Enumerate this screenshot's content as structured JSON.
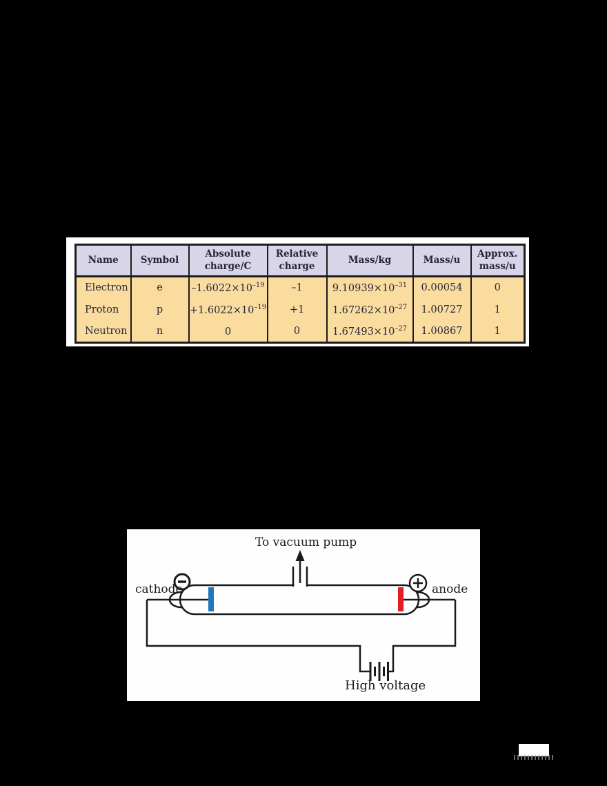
{
  "table": {
    "headers": [
      "Name",
      "Symbol",
      "Absolute charge/C",
      "Relative charge",
      "Mass/kg",
      "Mass/u",
      "Approx. mass/u"
    ],
    "rows": [
      {
        "name": "Electron",
        "symbol": "e",
        "abs_base": "–1.6022×10",
        "abs_sup": "–19",
        "rel": "–1",
        "mass_kg_base": "9.10939×10",
        "mass_kg_sup": "–31",
        "mass_u": "0.00054",
        "approx": "0"
      },
      {
        "name": "Proton",
        "symbol": "p",
        "abs_base": "+1.6022×10",
        "abs_sup": "–19",
        "rel": "+1",
        "mass_kg_base": "1.67262×10",
        "mass_kg_sup": "–27",
        "mass_u": "1.00727",
        "approx": "1"
      },
      {
        "name": "Neutron",
        "symbol": "n",
        "abs_base": "0",
        "abs_sup": "",
        "rel": "0",
        "mass_kg_base": "1.67493×10",
        "mass_kg_sup": "–27",
        "mass_u": "1.00867",
        "approx": "1"
      }
    ],
    "colors": {
      "header_bg": "#d8d5e8",
      "body_bg": "#fadc9f",
      "border": "#1c1c1c",
      "text": "#26263a"
    }
  },
  "figure": {
    "labels": {
      "vacuum_pump": "To vacuum pump",
      "cathode": "cathode",
      "anode": "anode",
      "high_voltage": "High voltage"
    },
    "colors": {
      "cathode_bar": "#2276bc",
      "anode_bar": "#e41e26",
      "line": "#1a1a1a"
    }
  }
}
